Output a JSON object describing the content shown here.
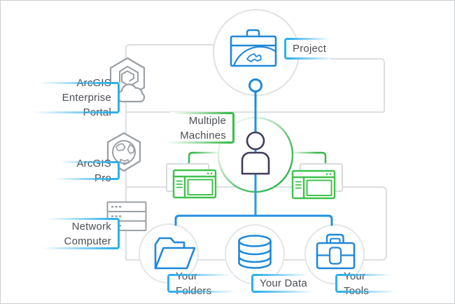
{
  "labels": {
    "portal": {
      "line1": "ArcGIS Enterprise",
      "line2": "Portal"
    },
    "pro": {
      "text": "ArcGIS Pro"
    },
    "network": {
      "line1": "Network",
      "line2": "Computer"
    },
    "project": {
      "text": "Project"
    },
    "machines": {
      "line1": "Multiple",
      "line2": "Machines"
    },
    "folders": {
      "text": "Your Folders"
    },
    "data": {
      "text": "Your Data"
    },
    "tools": {
      "text": "Your Tools"
    }
  },
  "colors": {
    "icon_blue": "#1f88d9",
    "bracket_blue": "#2eb0e8",
    "green": "#35b84b",
    "connector_gray": "#dcdfe1",
    "icon_gray": "#9aa0a5",
    "person_navy": "#3e3c5c",
    "text": "#4b4e54"
  },
  "icons": {
    "portal": "hexagon-portal-cloud-icon",
    "pro": "hexagon-globe-icon",
    "network": "server-stack-icon",
    "project": "briefcase-globe-icon",
    "user": "person-icon",
    "machine_left": "app-window-icon",
    "machine_right": "app-window-icon",
    "folders": "open-folder-icon",
    "data": "database-cylinder-icon",
    "tools": "toolbox-icon"
  }
}
